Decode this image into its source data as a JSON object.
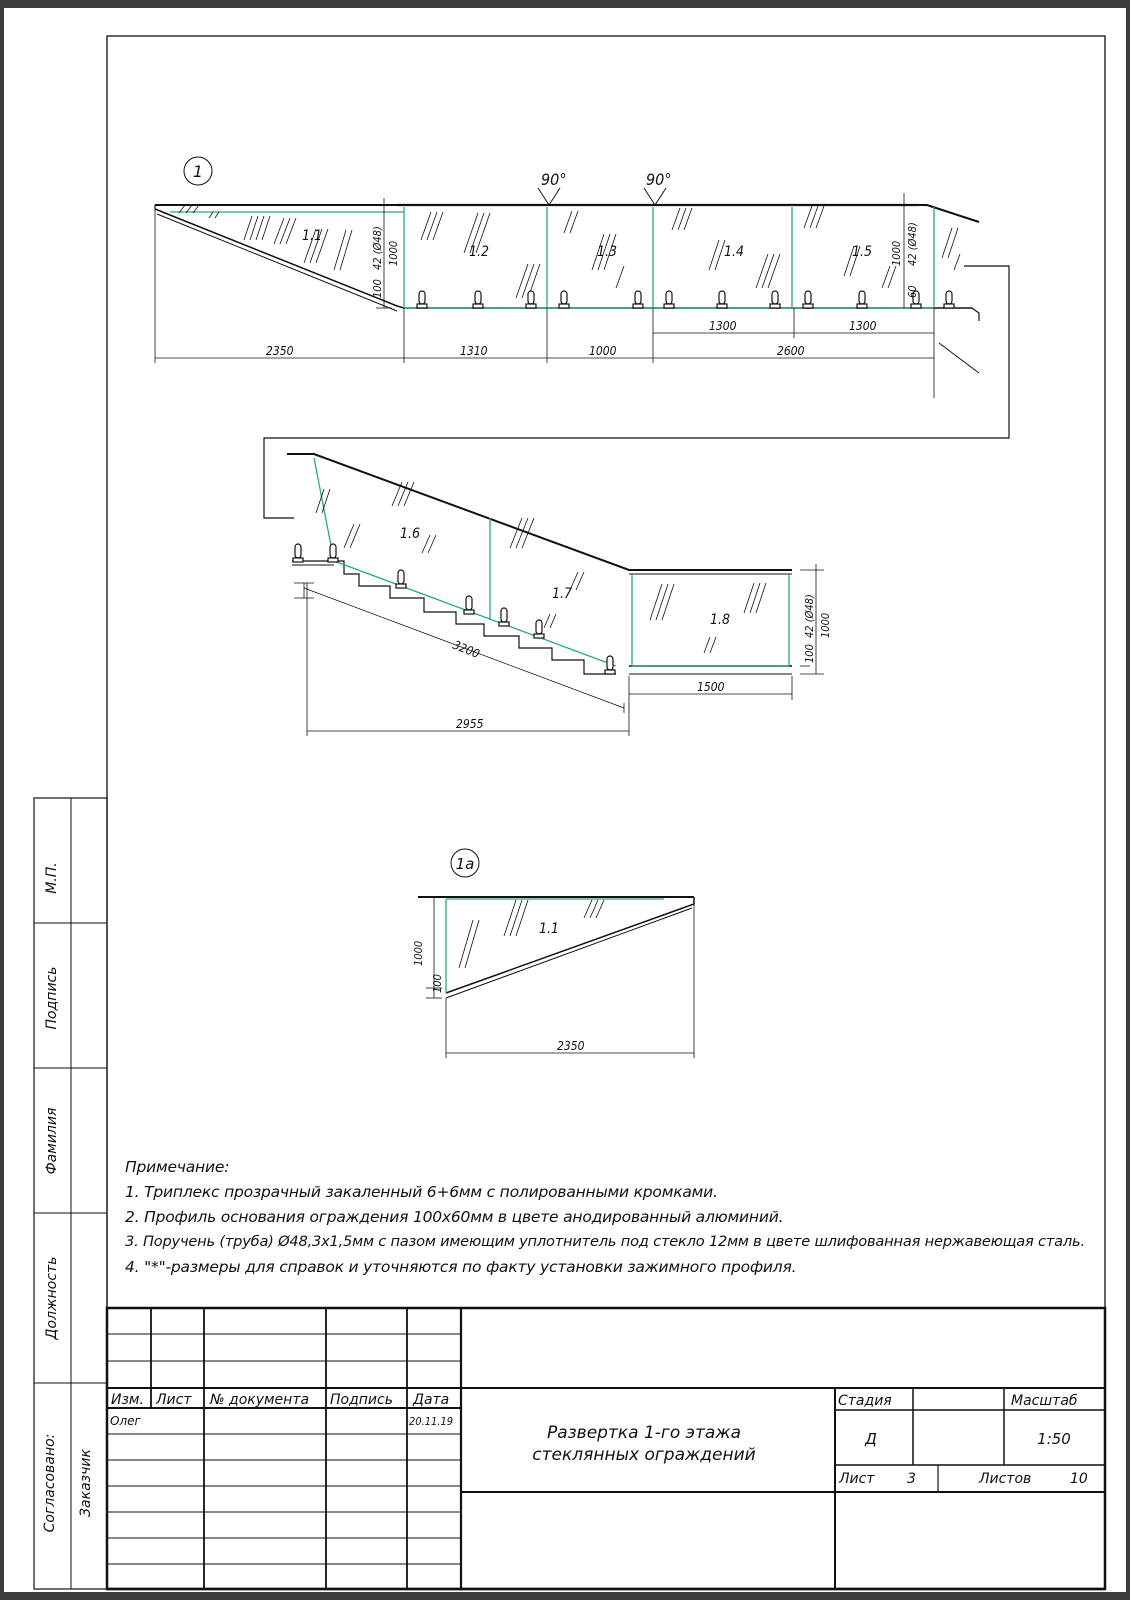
{
  "views": {
    "main_marker": "1",
    "detail_marker": "1a",
    "angles": [
      "90°",
      "90°"
    ],
    "panels": [
      "1.1",
      "1.2",
      "1.3",
      "1.4",
      "1.5",
      "1.6",
      "1.7",
      "1.8"
    ]
  },
  "dimensions": {
    "top": [
      "2350",
      "1310",
      "1000",
      "2600",
      "1300",
      "1300"
    ],
    "top_heights": [
      "1000",
      "42 (Ø48)",
      "100",
      "1000",
      "42 (Ø48)",
      "60"
    ],
    "mid": [
      "3200",
      "2955",
      "1500",
      "1000",
      "42 (Ø48)",
      "100"
    ],
    "detail": [
      "2350",
      "1000",
      "100",
      "1.1"
    ]
  },
  "side_stamp": [
    "М.П.",
    "Подпись",
    "Фамилия",
    "Должность",
    "Согласовано:",
    "Заказчик"
  ],
  "notes": {
    "title": "Примечание:",
    "items": [
      "1. Триплекс прозрачный закаленный 6+6мм с полированными кромками.",
      "2. Профиль основания ограждения 100х60мм в цвете анодированный алюминий.",
      "3. Поручень (труба) Ø48,3х1,5мм с пазом имеющим уплотнитель под стекло 12мм в цвете шлифованная нержавеющая сталь.",
      "4. \"*\"-размеры для справок и уточняются по факту установки зажимного профиля."
    ]
  },
  "title_block": {
    "headers": [
      "Изм.",
      "Лист",
      "№ документа",
      "Подпись",
      "Дата"
    ],
    "author": "Олег",
    "date": "20.11.19",
    "title_line1": "Развертка 1-го этажа",
    "title_line2": "стеклянных ограждений",
    "stage_label": "Стадия",
    "stage_value": "Д",
    "scale_label": "Масштаб",
    "scale_value": "1:50",
    "sheet_label": "Лист",
    "sheet_value": "3",
    "sheets_label": "Листов",
    "sheets_value": "10"
  },
  "colors": {
    "glass_edge": "#2aa88a",
    "line": "#111111",
    "background": "#3c3c3c"
  }
}
